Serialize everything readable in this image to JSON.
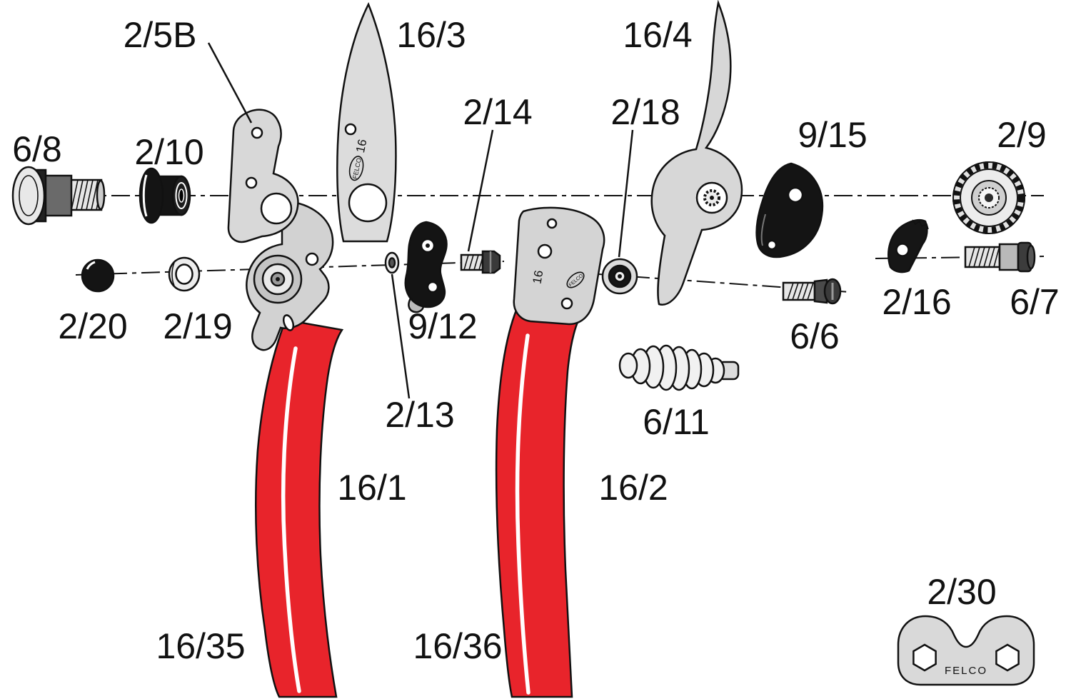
{
  "diagram": {
    "kind": "exploded-parts-diagram",
    "product": "pruning-shears"
  },
  "colors": {
    "handle_red": "#e8242b",
    "metal_grey": "#d6d6d6",
    "part_black": "#141414",
    "line_black": "#111111",
    "background": "#ffffff"
  },
  "part_labels": {
    "l_2_5b": "2/5B",
    "l_16_3": "16/3",
    "l_16_4": "16/4",
    "l_2_14": "2/14",
    "l_2_18": "2/18",
    "l_9_15": "9/15",
    "l_2_9": "2/9",
    "l_6_8": "6/8",
    "l_2_10": "2/10",
    "l_2_20": "2/20",
    "l_2_19": "2/19",
    "l_9_12": "9/12",
    "l_2_13": "2/13",
    "l_6_6": "6/6",
    "l_2_16": "2/16",
    "l_6_7": "6/7",
    "l_6_11": "6/11",
    "l_16_1": "16/1",
    "l_16_2": "16/2",
    "l_16_35": "16/35",
    "l_16_36": "16/36",
    "l_2_30": "2/30"
  },
  "markings": {
    "blade_brand": "FELCO",
    "blade_model": "16",
    "head_model": "16",
    "head_brand": "FELCO",
    "wrench_brand": "FELCO"
  }
}
